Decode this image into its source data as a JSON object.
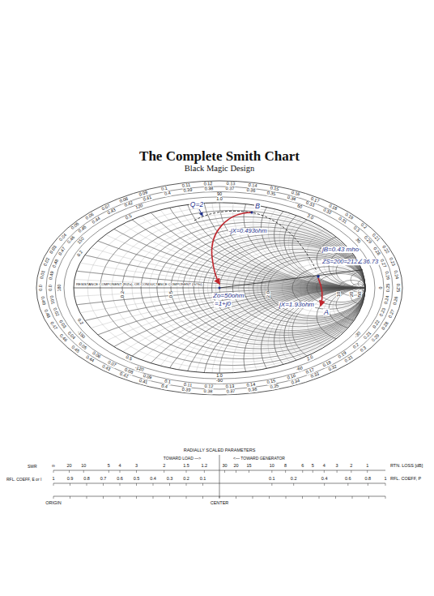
{
  "diagram": {
    "title": "The Complete Smith Chart",
    "labels": [
      "Black Magic Design",
      "0.0",
      "0.01",
      "0.02",
      "0.03",
      "0.04",
      "0.05",
      "0.06",
      "0.07",
      "0.08",
      "0.09",
      "0.1",
      "0.11",
      "0.12",
      "0.13",
      "0.14",
      "0.15",
      "0.16",
      "0.17",
      "0.18",
      "0.19",
      "0.2",
      "0.21",
      "0.22",
      "0.23",
      "0.24",
      "0.25",
      "0.26",
      "0.27",
      "0.28",
      "0.29",
      "0.3",
      "0.31",
      "0.32",
      "0.33",
      "0.34",
      "0.35",
      "0.36",
      "0.37",
      "0.38",
      "0.39",
      "0.4",
      "0.41",
      "0.42",
      "0.43",
      "0.44",
      "0.45",
      "0.46",
      "0.47",
      "0.48",
      "0.49",
      "0.0",
      "0.01",
      "0.02",
      "0.03",
      "0.04",
      "0.05",
      "0.06",
      "0.07",
      "0.08",
      "0.09",
      "0.1",
      "0.11",
      "0.12",
      "0.13",
      "0.14",
      "0.15",
      "0.16",
      "0.17",
      "0.18",
      "0.19",
      "0.2",
      "0.21",
      "0.22",
      "0.23",
      "0.24",
      "0.25",
      "0.26",
      "0.27",
      "0.28",
      "0.29",
      "0.3",
      "0.31",
      "0.32",
      "0.33",
      "0.34",
      "0.35",
      "0.36",
      "0.37",
      "0.38",
      "0.39",
      "0.4",
      "0.41",
      "0.42",
      "0.43",
      "0.44",
      "0.45",
      "0.46",
      "0.47",
      "0.48",
      "0.49",
      "0",
      "30",
      "60",
      "90",
      "120",
      "150",
      "180",
      "-150",
      "-120",
      "-90",
      "-60",
      "-30",
      "0.2",
      "0.5",
      "1.0",
      "2.0",
      "0.2",
      "0.5",
      "1.0",
      "2.0",
      "RESISTANCE COMPONENT (R/Zo), OR CONDUCTANCE COMPONENT (G/Yo)",
      "0.2",
      "0.5",
      "2.0",
      "10",
      "20",
      "50",
      "Q=2",
      "B",
      "-jX=0.493ohm",
      "jB=0.43 mho",
      "ZS=200=212∠36.73",
      "jX=1.93ohm",
      "A",
      "Zo=50ohm",
      "=1+j0",
      "RADIALLY SCALED PARAMETERS",
      "TOWARD LOAD —>",
      "<— TOWARD GENERATOR",
      "SWR",
      "∞",
      "20",
      "10",
      "5",
      "4",
      "3",
      "2",
      "1.5",
      "1.2",
      "RTN. LOSS [dB]",
      "1",
      "2",
      "3",
      "4",
      "5",
      "6",
      "8",
      "10",
      "15",
      "20",
      "30",
      "RFL. COEFF, E or I",
      "1",
      "0.9",
      "0.8",
      "0.7",
      "0.6",
      "0.5",
      "0.4",
      "0.3",
      "0.2",
      "0.1",
      "RFL. COEFF, P",
      "0.1",
      "0.2",
      "0.4",
      "0.6",
      "0.8",
      "1",
      "CENTER",
      "ORIGIN"
    ]
  }
}
